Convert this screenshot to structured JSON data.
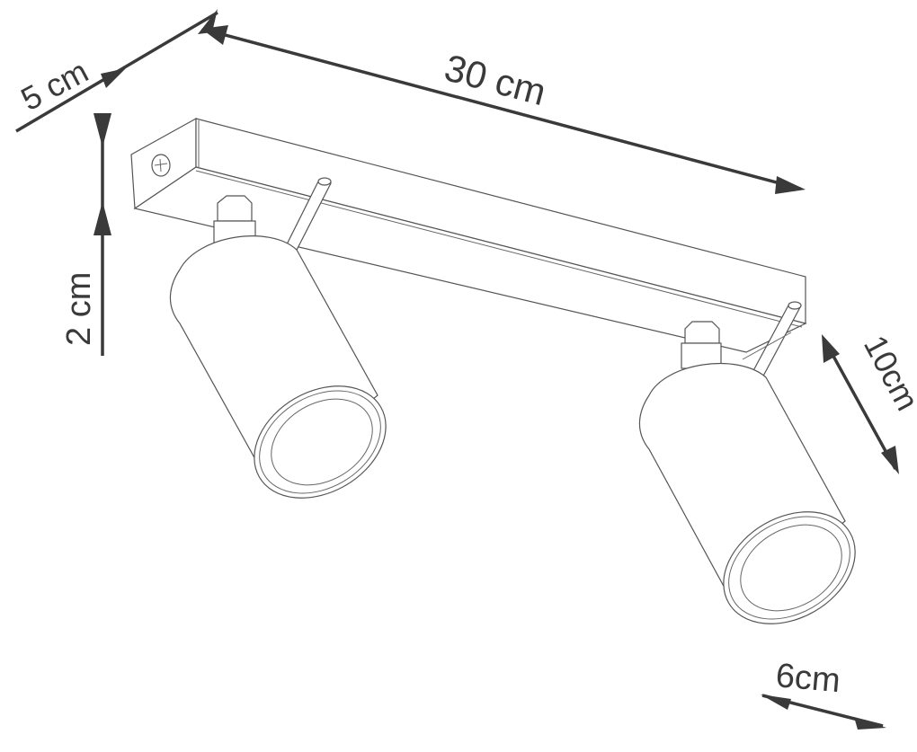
{
  "diagram": {
    "subject": "Twin spotlight ceiling fixture with mounting bar",
    "line_color": "#555555",
    "dimension_color": "#3a3a3a",
    "background": "#ffffff"
  },
  "dimensions": {
    "depth": {
      "label": "5 cm",
      "value": 5,
      "unit": "cm"
    },
    "length": {
      "label": "30 cm",
      "value": 30,
      "unit": "cm"
    },
    "height": {
      "label": "2 cm",
      "value": 2,
      "unit": "cm"
    },
    "shade_length": {
      "label": "10cm",
      "value": 10,
      "unit": "cm"
    },
    "shade_diameter": {
      "label": "6cm",
      "value": 6,
      "unit": "cm"
    }
  },
  "components": {
    "mounting_bar": "rectangular ceiling bar",
    "screw": "screw on bar end",
    "spotlights": [
      {
        "name": "left spotlight"
      },
      {
        "name": "right spotlight"
      }
    ]
  }
}
